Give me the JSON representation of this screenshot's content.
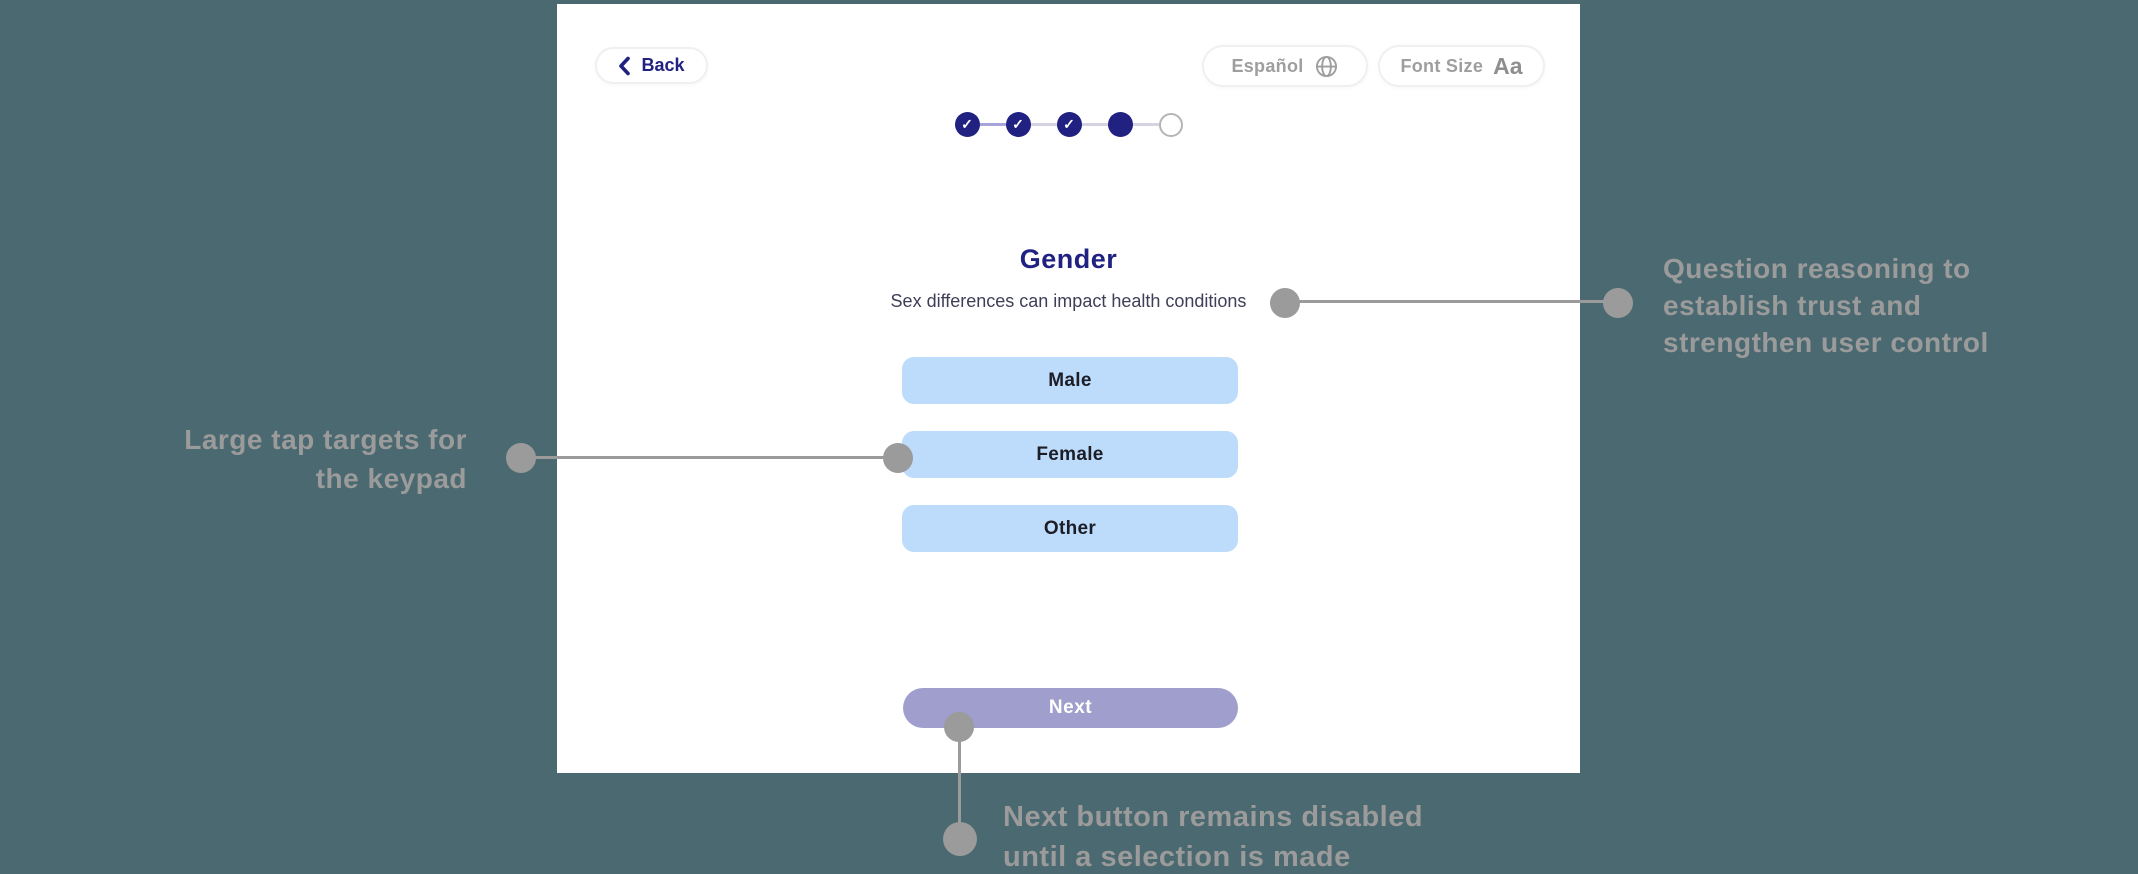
{
  "card": {
    "back_label": "Back",
    "language_label": "Español",
    "font_size_label": "Font Size",
    "font_size_glyph": "Aa",
    "stepper": {
      "states": [
        "done",
        "done",
        "done",
        "current",
        "upcoming"
      ],
      "check_glyph": "✓"
    },
    "title": "Gender",
    "subtitle": "Sex differences can impact health conditions",
    "options": [
      "Male",
      "Female",
      "Other"
    ],
    "next_label": "Next",
    "next_state": "disabled"
  },
  "annotations": {
    "right_lines": [
      "Question reasoning to",
      "establish trust and",
      "strengthen user control"
    ],
    "left_lines": [
      "Large tap targets for",
      "the keypad"
    ],
    "bottom_lines": [
      "Next button remains disabled",
      "until a selection is made"
    ]
  },
  "colors": {
    "bg": "#4b6970",
    "card": "#ffffff",
    "navy": "#212182",
    "subtitle": "#3e3e58",
    "option_bg": "#bddcfc",
    "option_text": "#1d1d26",
    "next_bg": "#9f9ecc",
    "next_text": "#ffffff",
    "annotation": "#9b9b9b",
    "muted": "#9e9e9e",
    "muted_dark": "#8e8e8e",
    "conn": "#d3d3e2",
    "conn_active": "#a5a5da",
    "step_upcoming": "#b5b5b5"
  }
}
